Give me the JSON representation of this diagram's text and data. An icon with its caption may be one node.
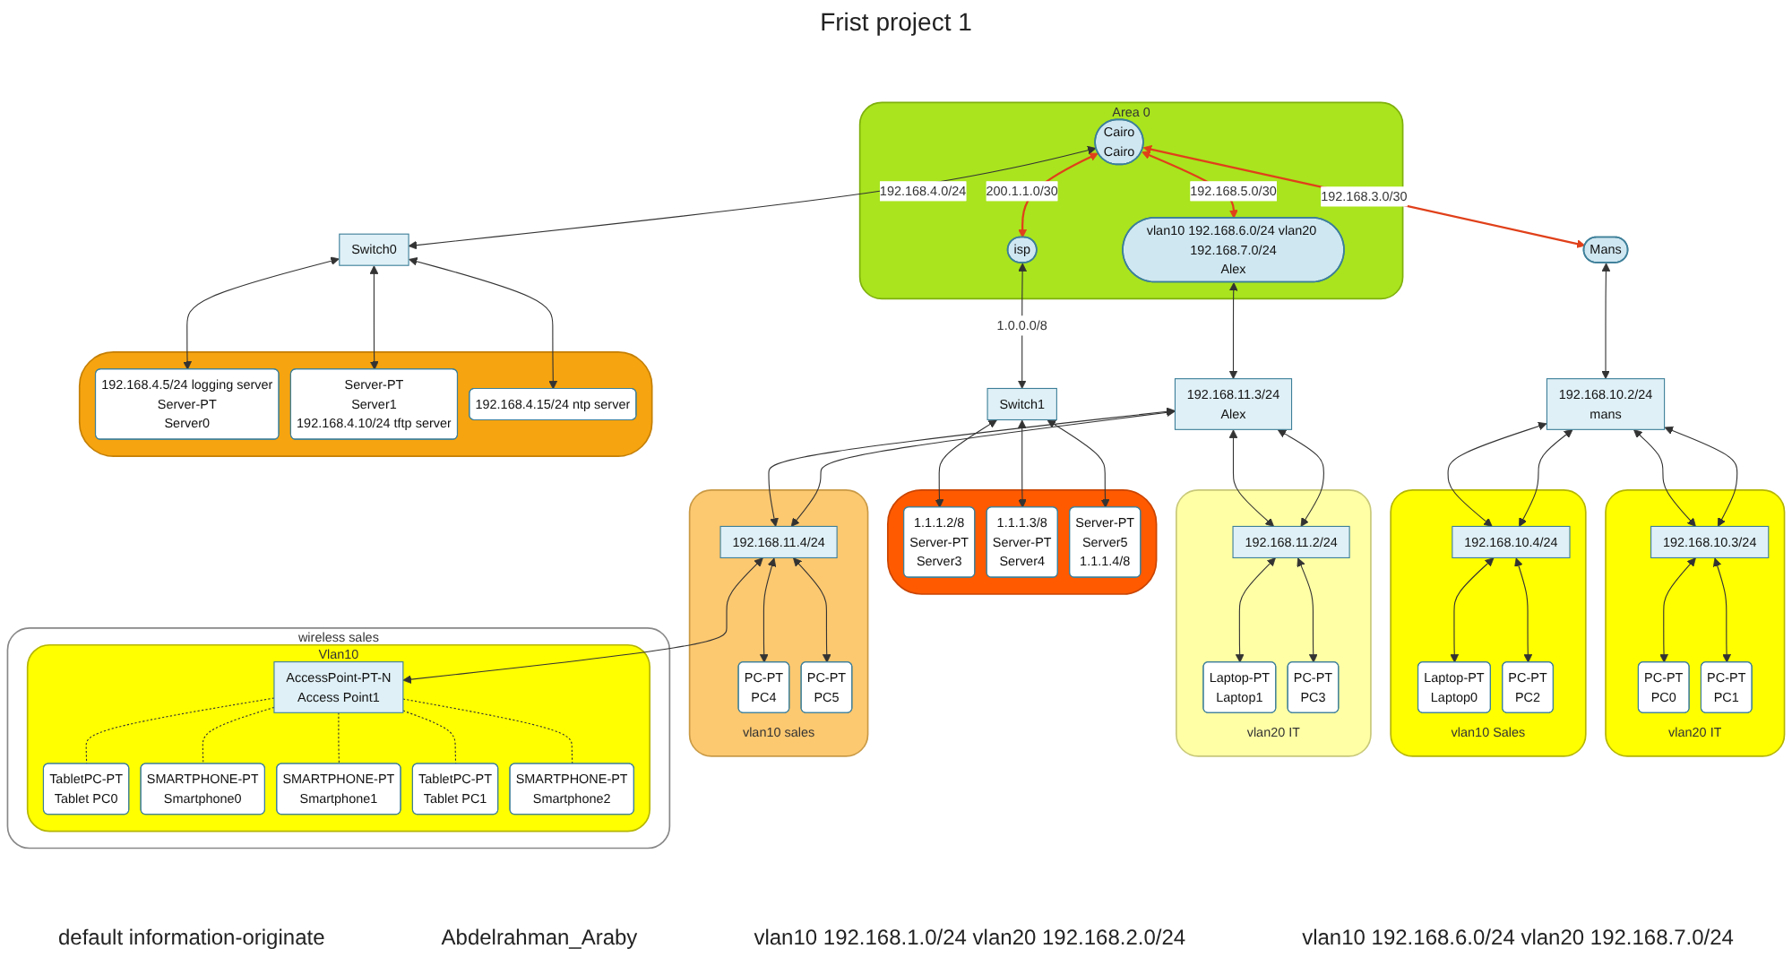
{
  "diagram": {
    "title": "Frist project 1",
    "nodes": [
      {
        "text": [],
        "shape": "ellipse"
      },
      {
        "text": [
          "192.168.4.5/24 logging server",
          "Server-PT",
          "Server0"
        ],
        "in": 0
      },
      {
        "text": [
          "Server-PT",
          "Server1",
          "192.168.4.10/24 tftp server"
        ],
        "in": 0
      },
      {
        "text": [
          "192.168.4.15/24 ntp server"
        ],
        "in": 0
      },
      {
        "text": [
          "Switch0"
        ]
      },
      {
        "text": [
          "Area 0"
        ]
      },
      {
        "text": [
          "Cairo",
          "Cairo"
        ],
        "in": 5
      },
      {
        "text": [
          "isp"
        ],
        "in": 5
      },
      {
        "text": [
          "vlan10 192.168.6.0/24 vlan20 192.168.7.0/24",
          "Alex"
        ],
        "in": 5
      },
      {
        "text": [
          "Mans"
        ]
      },
      {
        "text": [
          "Switch1"
        ]
      },
      {
        "text": [],
        "shape": "ellipse"
      },
      {
        "text": [
          "1.1.1.2/8",
          "Server-PT",
          "Server3"
        ],
        "in": 11
      },
      {
        "text": [
          "1.1.1.3/8",
          "Server-PT",
          "Server4"
        ],
        "in": 11
      },
      {
        "text": [
          "Server-PT",
          "Server5",
          "1.1.1.4/8"
        ],
        "in": 11
      },
      {
        "text": [
          "192.168.10.2/24",
          "mans"
        ]
      },
      {
        "text": [
          "vlan20 IT"
        ]
      },
      {
        "text": [
          "192.168.10.3/24"
        ],
        "in": 16
      },
      {
        "text": [
          "PC-PT",
          "PC0"
        ],
        "in": 16
      },
      {
        "text": [
          "PC-PT",
          "PC1"
        ],
        "in": 16
      },
      {
        "text": [
          "vlan10 Sales"
        ]
      },
      {
        "text": [
          "192.168.10.4/24"
        ],
        "in": 20
      },
      {
        "text": [
          "Laptop-PT",
          "Laptop0"
        ],
        "in": 20
      },
      {
        "text": [
          "PC-PT",
          "PC2"
        ],
        "in": 20
      },
      {
        "text": [
          "192.168.11.3/24",
          "Alex"
        ]
      },
      {
        "text": [
          "vlan20 IT"
        ]
      },
      {
        "text": [
          "192.168.11.2/24"
        ],
        "in": 25
      },
      {
        "text": [
          "Laptop-PT",
          "Laptop1"
        ],
        "in": 25
      },
      {
        "text": [
          "PC-PT",
          "PC3"
        ],
        "in": 25
      },
      {
        "text": [
          "vlan10 sales"
        ]
      },
      {
        "text": [
          "192.168.11.4/24"
        ],
        "in": 29
      },
      {
        "text": [
          "PC-PT",
          "PC4"
        ],
        "in": 29
      },
      {
        "text": [
          "PC-PT",
          "PC5"
        ],
        "in": 29
      },
      {
        "text": [
          "wireless sales"
        ]
      },
      {
        "text": [
          "Vlan10"
        ],
        "in": 33
      },
      {
        "text": [
          "AccessPoint-PT-N",
          "Access Point1"
        ],
        "in": 34
      },
      {
        "text": [
          "TabletPC-PT",
          "Tablet PC0"
        ],
        "in": 34
      },
      {
        "text": [
          "SMARTPHONE-PT",
          "Smartphone0"
        ],
        "in": 34
      },
      {
        "text": [
          "SMARTPHONE-PT",
          "Smartphone1"
        ],
        "in": 34
      },
      {
        "text": [
          "TabletPC-PT",
          "Tablet PC1"
        ],
        "in": 34
      },
      {
        "text": [
          "SMARTPHONE-PT",
          "Smartphone2"
        ],
        "in": 34
      }
    ],
    "edges": [
      {
        "from": 4,
        "to": 1,
        "arrow": "both"
      },
      {
        "from": 4,
        "to": 2,
        "arrow": "both"
      },
      {
        "from": 4,
        "to": 3,
        "arrow": "both"
      },
      {
        "from": 6,
        "to": 4,
        "arrow": "both",
        "label": "192.168.4.0/24"
      },
      {
        "from": 6,
        "to": 7,
        "arrow": "both",
        "label": "200.1.1.0/30",
        "color": "#e0401a"
      },
      {
        "from": 7,
        "to": 10,
        "arrow": "both",
        "label": "1.0.0.0/8"
      },
      {
        "from": 10,
        "to": 12,
        "arrow": "both"
      },
      {
        "from": 10,
        "to": 13,
        "arrow": "both"
      },
      {
        "from": 10,
        "to": 14,
        "arrow": "both"
      },
      {
        "from": 6,
        "to": 9,
        "arrow": "both",
        "label": "192.168.3.0/30",
        "color": "#e0401a"
      },
      {
        "from": 6,
        "to": 8,
        "arrow": "both",
        "label": "192.168.5.0/30",
        "color": "#e0401a"
      },
      {
        "from": 9,
        "to": 15,
        "arrow": "both"
      },
      {
        "from": 15,
        "to": 17,
        "arrow": "both"
      },
      {
        "from": 15,
        "to": 17,
        "arrow": "both"
      },
      {
        "from": 15,
        "to": 21,
        "arrow": "both"
      },
      {
        "from": 15,
        "to": 21,
        "arrow": "both"
      },
      {
        "from": 17,
        "to": 18,
        "arrow": "both"
      },
      {
        "from": 17,
        "to": 19,
        "arrow": "both"
      },
      {
        "from": 21,
        "to": 22,
        "arrow": "both"
      },
      {
        "from": 21,
        "to": 23,
        "arrow": "both"
      },
      {
        "from": 8,
        "to": 24,
        "arrow": "both"
      },
      {
        "from": 24,
        "to": 26,
        "arrow": "both"
      },
      {
        "from": 24,
        "to": 26,
        "arrow": "both"
      },
      {
        "from": 24,
        "to": 30,
        "arrow": "both"
      },
      {
        "from": 24,
        "to": 30,
        "arrow": "both"
      },
      {
        "from": 26,
        "to": 27,
        "arrow": "both"
      },
      {
        "from": 26,
        "to": 28,
        "arrow": "both"
      },
      {
        "from": 30,
        "to": 31,
        "arrow": "both"
      },
      {
        "from": 30,
        "to": 32,
        "arrow": "both"
      },
      {
        "from": 30,
        "to": 35,
        "arrow": "both"
      },
      {
        "from": 35,
        "to": 36,
        "arrow": "none",
        "style": "dashed"
      },
      {
        "from": 35,
        "to": 37,
        "arrow": "none",
        "style": "dashed"
      },
      {
        "from": 35,
        "to": 38,
        "arrow": "none",
        "style": "dashed"
      },
      {
        "from": 35,
        "to": 39,
        "arrow": "none",
        "style": "dashed"
      },
      {
        "from": 35,
        "to": 40,
        "arrow": "none",
        "style": "dashed"
      }
    ],
    "labels": [
      "default information-originate",
      "Abdelrahman_Araby",
      "vlan10 192.168.1.0/24 vlan20 192.168.2.0/24",
      "vlan10 192.168.6.0/24 vlan20 192.168.7.0/24"
    ]
  }
}
